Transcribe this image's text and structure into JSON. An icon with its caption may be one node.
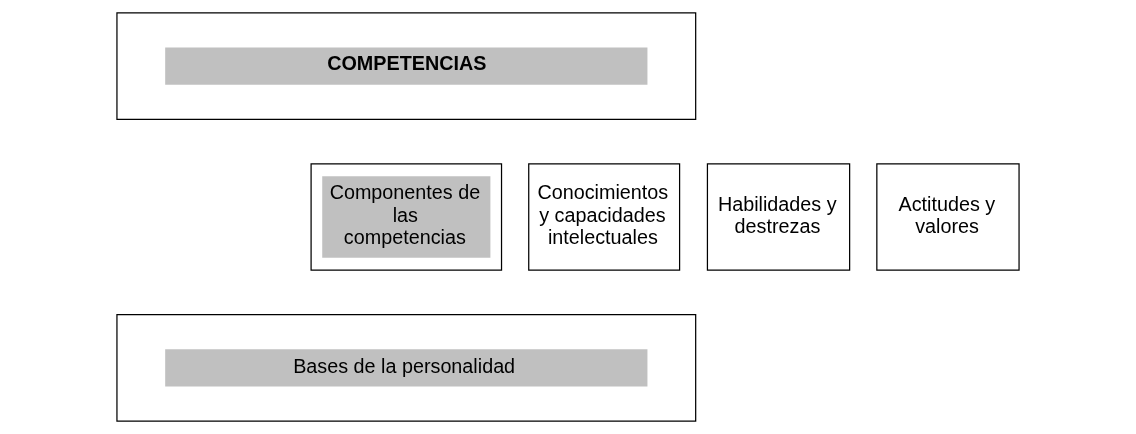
{
  "diagram": {
    "nodes": [
      {
        "text": [
          "COMPETENCIAS"
        ]
      },
      {
        "text": [
          "Componentes de las competencias"
        ]
      },
      {
        "text": [
          "Conocimientos y capacidades intelectuales"
        ]
      },
      {
        "text": [
          "Habilidades y destrezas"
        ]
      },
      {
        "text": [
          "Actitudes y valores"
        ]
      },
      {
        "text": [
          "Bases de la personalidad"
        ]
      }
    ],
    "edges": []
  }
}
